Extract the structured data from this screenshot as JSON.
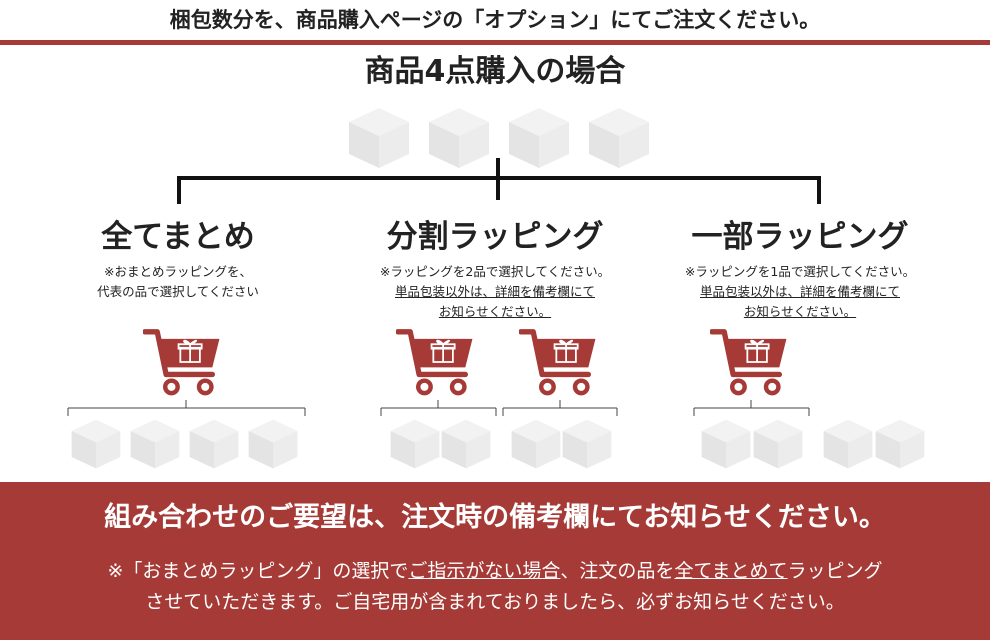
{
  "header": {
    "banner": "梱包数分を、商品購入ページの「オプション」にてご注文ください。",
    "title": "商品4点購入の場合"
  },
  "columns": [
    {
      "title": "全てまとめ",
      "note_line1": "※おまとめラッピングを、",
      "note_line2": "代表の品で選択してください"
    },
    {
      "title": "分割ラッピング",
      "note_line1": "※ラッピングを2品で選択してください。",
      "note_line2": "単品包装以外は、詳細を備考欄にて",
      "note_line3": "お知らせください。"
    },
    {
      "title": "一部ラッピング",
      "note_line1": "※ラッピングを1品で選択してください。",
      "note_line2": "単品包装以外は、詳細を備考欄にて",
      "note_line3": "お知らせください。"
    }
  ],
  "footer": {
    "title": "組み合わせのご要望は、注文時の備考欄にてお知らせください。",
    "note_a": "※「おまとめラッピング」の選択で",
    "note_b": "ご指示がない場合",
    "note_c": "、注文の品を",
    "note_d": "全てまとめて",
    "note_e": "ラッピング",
    "note_line2": "させていただきます。ご自宅用が含まれておりましたら、必ずお知らせください。"
  },
  "colors": {
    "accent": "#a53a36",
    "cube_face": "#e6e6e6"
  }
}
